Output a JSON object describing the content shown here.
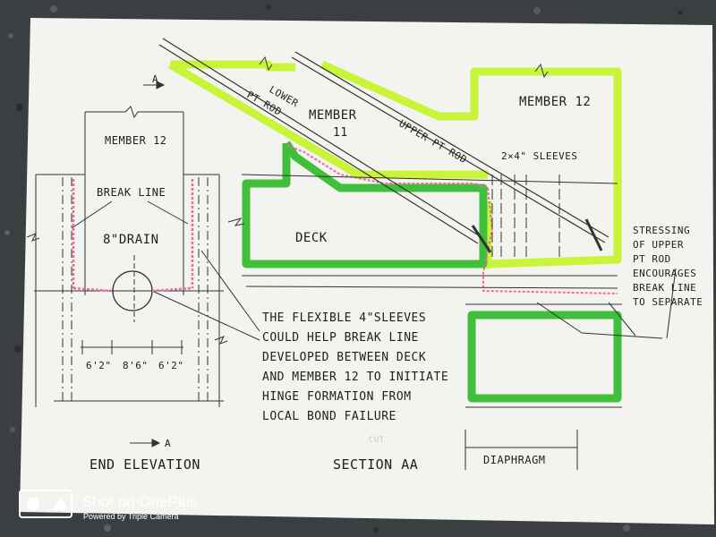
{
  "end_elevation": {
    "member_label": "MEMBER 12",
    "break_line_label": "BREAK LINE",
    "drain_label": "8\"DRAIN",
    "dim_left": "6'2\"",
    "dim_center": "8'6\"",
    "dim_right": "6'2\"",
    "section_mark": "A",
    "title": "END ELEVATION"
  },
  "section_aa": {
    "lower_rod_label_line1": "LOWER",
    "lower_rod_label_line2": "PT ROD",
    "member11_line1": "MEMBER",
    "member11_line2": "11",
    "upper_rod_label": "UPPER PT ROD",
    "member12_label": "MEMBER 12",
    "sleeves_label": "2×4\" SLEEVES",
    "deck_label": "DECK",
    "note_lines": [
      "THE FLEXIBLE 4\"SLEEVES",
      "COULD HELP BREAK LINE",
      "DEVELOPED BETWEEN DECK",
      "AND MEMBER 12 TO INITIATE",
      "HINGE FORMATION FROM",
      "LOCAL BOND FAILURE"
    ],
    "stress_note_lines": [
      "STRESSING",
      "OF UPPER",
      "PT ROD",
      "ENCOURAGES",
      "BREAK LINE",
      "TO SEPARATE"
    ],
    "diaphragm_label": "DIAPHRAGM",
    "faint_mark": "CUT",
    "title": "SECTION AA"
  },
  "watermark": {
    "main": "Shot on OnePlus",
    "sub": "Powered by Triple Camera"
  },
  "colors": {
    "paper": "#f3f3ef",
    "highlight_yellow": "#c8f53a",
    "highlight_green": "#3fbf3a",
    "break_line_pink": "#f06aa0",
    "ink": "#1e1e1e"
  }
}
